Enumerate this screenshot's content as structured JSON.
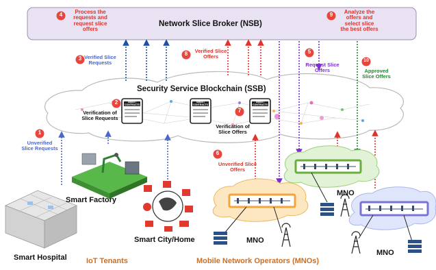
{
  "colors": {
    "nsb_fill": "#e9e2f2",
    "nsb_border": "#9b8fb0",
    "step_red": "#e8453c",
    "verified_blue": "#1f4fa3",
    "unverified_blue": "#4a67c9",
    "offers_red": "#e0332b",
    "request_purple": "#7b2fd0",
    "approved_green": "#1a8a2a",
    "tenants_orange": "#c8702a",
    "mno_orange_box": "#f2a63a",
    "mno_green_box": "#6aae3c",
    "mno_blue_box": "#7a74d6"
  },
  "icons": [
    "smart-contract-icon",
    "factory-robot-icon",
    "hospital-building-icon",
    "city-icons-cluster",
    "router-icon",
    "server-icon",
    "cell-tower-icon",
    "network-cloud-icon"
  ],
  "broker": {
    "title": "Network Slice Broker (NSB)"
  },
  "blockchain": {
    "title": "Security Service Blockchain (SSB)",
    "contract_label": "SMART CONTRACTS"
  },
  "steps": [
    {
      "num": "1",
      "text_line1": "Unverified",
      "text_line2": "Slice Requests"
    },
    {
      "num": "2",
      "text_line1": "Verification of",
      "text_line2": "Slice Requests"
    },
    {
      "num": "3",
      "text_line1": "Verified Slice",
      "text_line2": "Requests"
    },
    {
      "num": "4",
      "text_line1": "Process the",
      "text_line2": "requests and",
      "text_line3": "request slice",
      "text_line4": "offers"
    },
    {
      "num": "5",
      "text_line1": "Request Slice",
      "text_line2": "Offers"
    },
    {
      "num": "6",
      "text_line1": "Unverified Slice",
      "text_line2": "Offers"
    },
    {
      "num": "7",
      "text_line1": "Verification of",
      "text_line2": "Slice Offers"
    },
    {
      "num": "8",
      "text_line1": "Verified Slice",
      "text_line2": "Offers"
    },
    {
      "num": "9",
      "text_line1": "Analyze the",
      "text_line2": "offers and",
      "text_line3": "select slice",
      "text_line4": "the best offers"
    },
    {
      "num": "10",
      "text_line1": "Approved",
      "text_line2": "Slice Offers"
    }
  ],
  "tenants": {
    "factory": "Smart Factory",
    "hospital": "Smart Hospital",
    "city": "Smart City/Home",
    "group_label": "IoT Tenants"
  },
  "mnos": {
    "label": "MNO",
    "group_label": "Mobile Network Operators (MNOs)"
  }
}
